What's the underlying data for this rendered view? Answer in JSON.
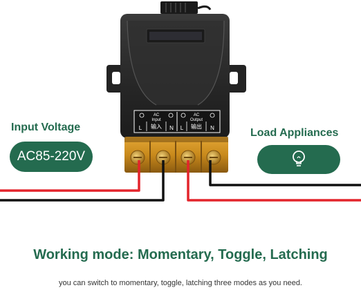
{
  "labels": {
    "input_voltage": "Input Voltage",
    "voltage_value": "AC85-220V",
    "load_appliances": "Load Appliances",
    "working_mode": "Working mode: Momentary, Toggle, Latching",
    "caption": "you can switch to momentary, toggle, latching three modes as you need."
  },
  "terminal_block": {
    "input_group": {
      "line1": "AC",
      "line2": "Input",
      "line3": "输入"
    },
    "output_group": {
      "line1": "AC",
      "line2": "Output",
      "line3": "输出"
    },
    "letters": [
      "L",
      "N",
      "L",
      "N"
    ]
  },
  "colors": {
    "brand_green": "#246b4f",
    "device_body": "#2a2a2a",
    "terminal_brass": "#c98a1c",
    "wire_red": "#e3242b",
    "wire_black": "#111111"
  },
  "icons": {
    "load": "light-bulb-icon"
  }
}
